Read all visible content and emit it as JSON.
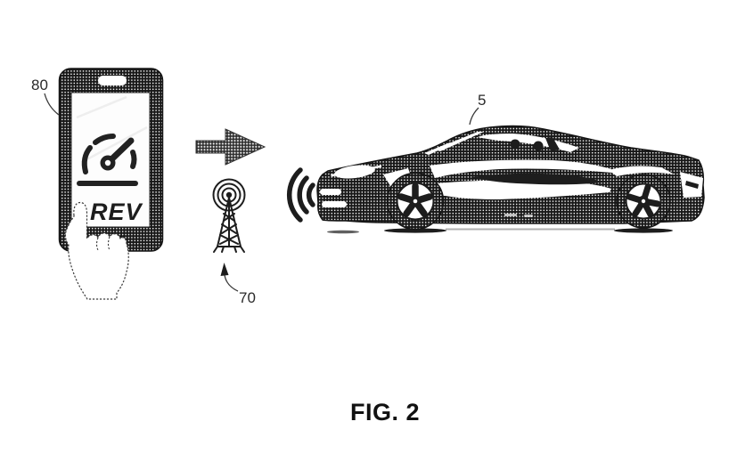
{
  "figure": {
    "caption": "FIG. 2",
    "background_color": "#ffffff",
    "ink_color": "#1d1d1d"
  },
  "smartphone": {
    "ref_label": "80",
    "screen_icon": "tachometer-gauge-icon",
    "screen_button_label": "REV"
  },
  "flow_arrow": {
    "icon": "right-arrow-icon",
    "direction": "right"
  },
  "transmitter": {
    "ref_label": "70",
    "icon": "radio-tower-icon",
    "signal_rings": 3
  },
  "sound_waves": {
    "icon": "sound-waves-icon",
    "count": 3
  },
  "vehicle": {
    "ref_label": "5",
    "icon": "sports-car-side-view"
  }
}
